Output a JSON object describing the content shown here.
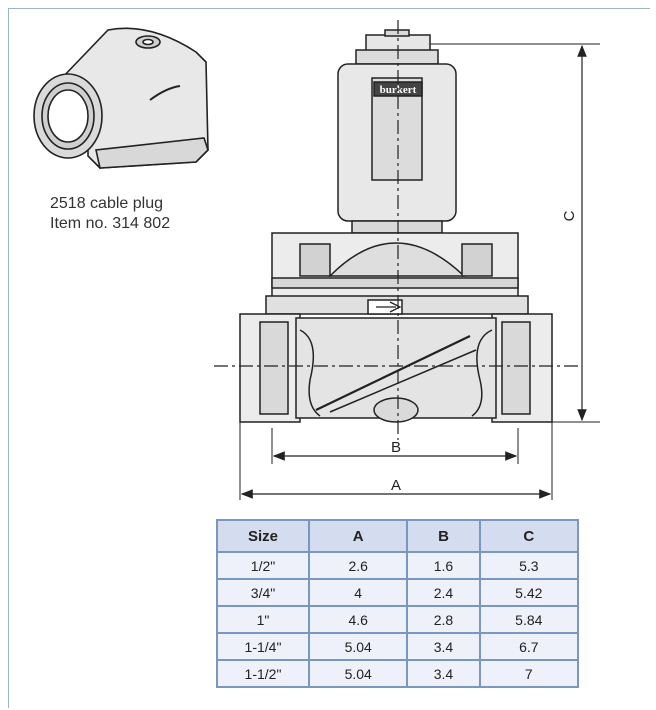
{
  "plug": {
    "caption_line1": "2518 cable plug",
    "caption_line2": "Item no. 314 802"
  },
  "valve": {
    "brand_label": "burkert",
    "dim_a_label": "A",
    "dim_b_label": "B",
    "dim_c_label": "C"
  },
  "table": {
    "headers": [
      "Size",
      "A",
      "B",
      "C"
    ],
    "rows": [
      [
        "1/2\"",
        "2.6",
        "1.6",
        "5.3"
      ],
      [
        "3/4\"",
        "4",
        "2.4",
        "5.42"
      ],
      [
        "1\"",
        "4.6",
        "2.8",
        "5.84"
      ],
      [
        "1-1/4\"",
        "5.04",
        "3.4",
        "6.7"
      ],
      [
        "1-1/2\"",
        "5.04",
        "3.4",
        "7"
      ]
    ]
  },
  "colors": {
    "frame": "#9db3c8",
    "table_border": "#7a98bf",
    "header_bg": "#d4dcef",
    "cell_bg": "#eef1fa",
    "part_fill": "#e6e6e6"
  }
}
